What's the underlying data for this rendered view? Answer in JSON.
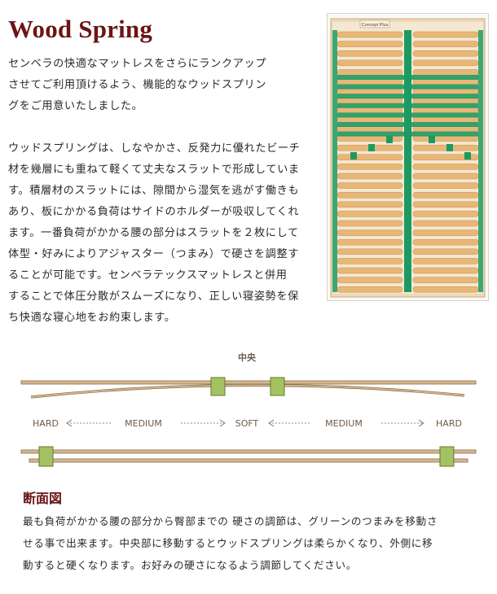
{
  "header": {
    "title": "Wood Spring"
  },
  "intro": {
    "lines": [
      "センベラの快適なマットレスをさらにランクアップ",
      "させてご利用頂けるよう、機能的なウッドスプリン",
      "グをご用意いたしました。"
    ]
  },
  "description": {
    "lines": [
      "ウッドスプリングは、しなやかさ、反発力に優れたビーチ",
      "材を幾層にも重ねて軽くて丈夫なスラットで形成していま",
      "す。積層材のスラットには、隙間から湿気を逃がす働きも",
      "あり、板にかかる負荷はサイドのホルダーが吸収してくれ",
      "ます。一番負荷がかかる腰の部分はスラットを２枚にして",
      "体型・好みによりアジャスター（つまみ）で硬さを調整す",
      "ることが可能です。センベラテックスマットレスと併用",
      "することで体圧分散がスムーズになり、正しい寝姿勢を保",
      "ち快適な寝心地をお約束します。"
    ]
  },
  "product_photo": {
    "brand_label": "Concept Plus"
  },
  "diagram": {
    "center_label": "中央",
    "scale": [
      "HARD",
      "MEDIUM",
      "SOFT",
      "MEDIUM",
      "HARD"
    ],
    "colors": {
      "slat": "#c9a882",
      "slat_edge": "#8a6a48",
      "knob": "#a4c262",
      "knob_edge": "#5e7e2a",
      "arrow": "#9a8a7a"
    }
  },
  "cross_section": {
    "title": "断面図",
    "lines": [
      "最も負荷がかかる腰の部分から臀部までの 硬さの調節は、グリーンのつまみを移動さ",
      "せる事で出来ます。中央部に移動するとウッドスプリングは柔らかくなり、外側に移",
      "動すると硬くなります。お好みの硬さになるよう調節してください。"
    ]
  },
  "colors": {
    "accent": "#6b1516",
    "slat_wood": "#e8b778",
    "strap_green": "#1d9a62",
    "frame": "#e0c9a0"
  }
}
